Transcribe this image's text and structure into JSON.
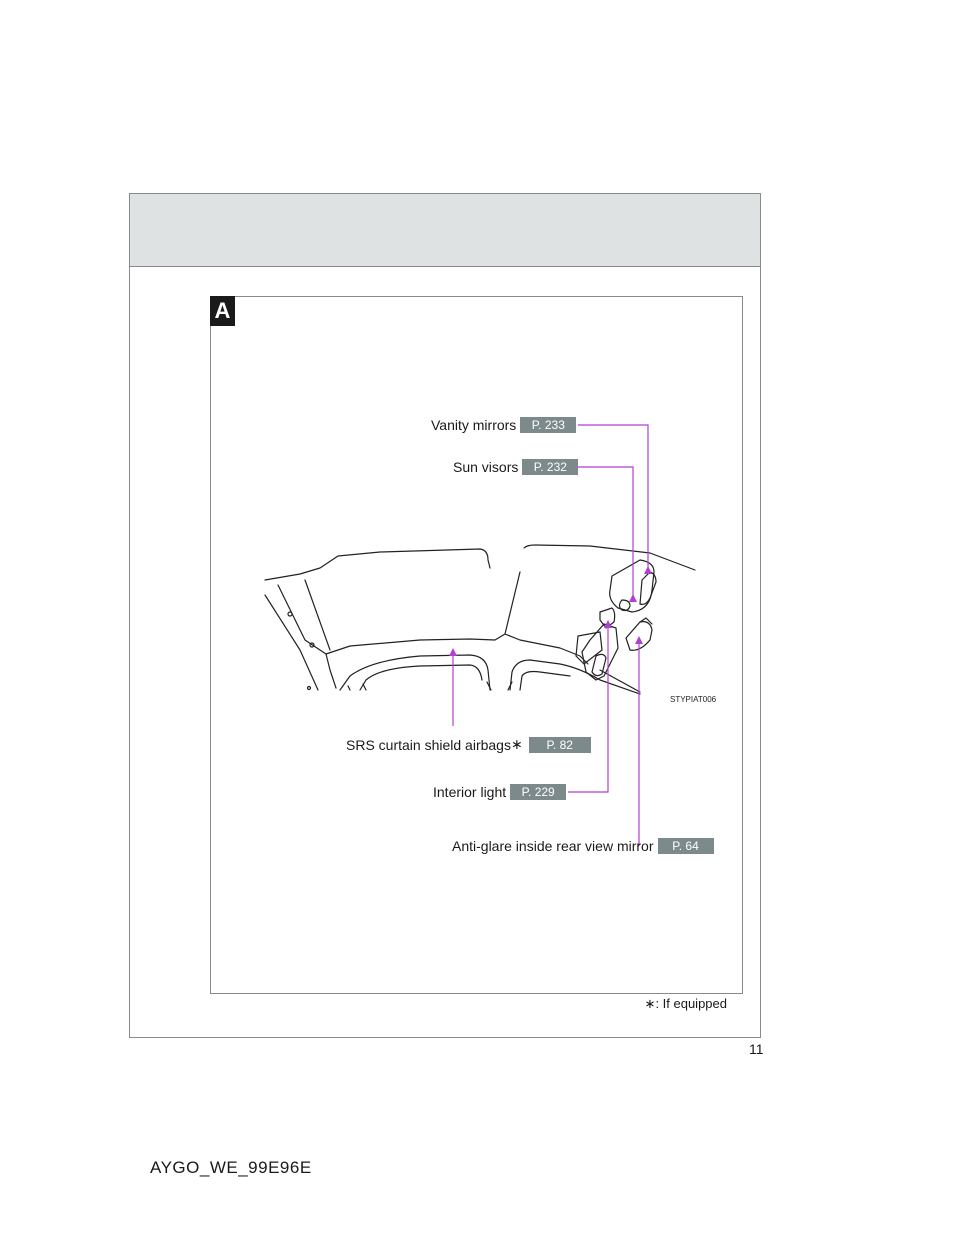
{
  "section": {
    "badge": "A"
  },
  "callouts": {
    "vanity_mirrors": {
      "label": "Vanity mirrors",
      "ref": "P. 233"
    },
    "sun_visors": {
      "label": "Sun visors",
      "ref": "P. 232"
    },
    "srs_curtain": {
      "label": "SRS curtain shield airbags",
      "marker": "∗",
      "ref": "P. 82"
    },
    "interior_light": {
      "label": "Interior light",
      "ref": "P. 229"
    },
    "anti_glare_mirror": {
      "label": "Anti-glare inside rear view mirror",
      "ref": "P. 64"
    }
  },
  "figure": {
    "image_code": "STYPIAT006"
  },
  "footnote": {
    "marker": "∗",
    "text": ": If equipped"
  },
  "page_number": "11",
  "doc_code": "AYGO_WE_99E96E",
  "colors": {
    "leader_line": "#b23fd0",
    "ref_badge": "#7d8a8c",
    "header_band": "#dfe2e2"
  }
}
